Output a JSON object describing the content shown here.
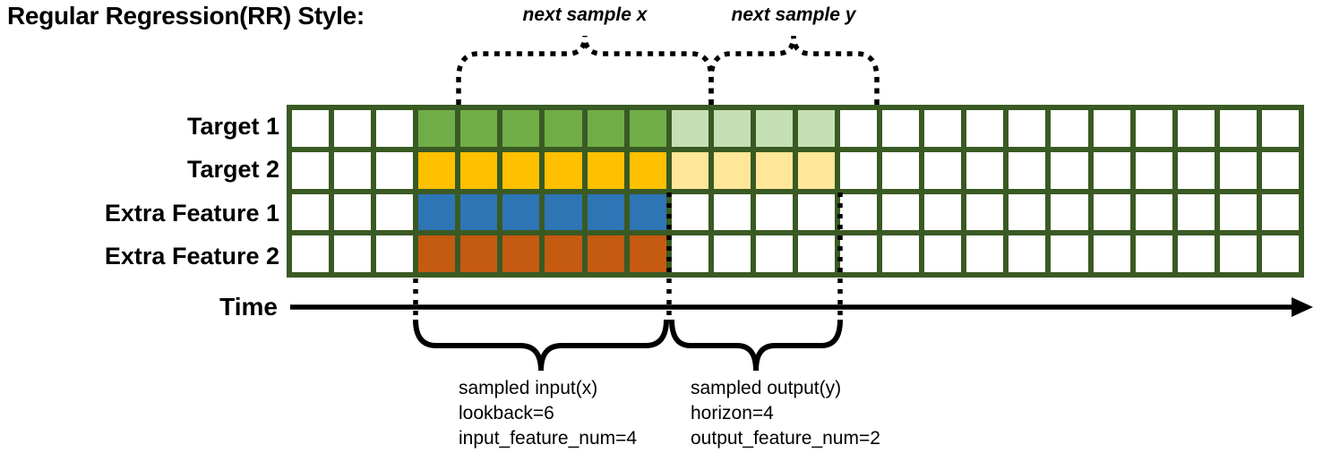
{
  "title": "Regular Regression(RR) Style:",
  "top_annotations": {
    "next_sample_x": "next sample x",
    "next_sample_y": "next sample y"
  },
  "time_axis": {
    "label": "Time"
  },
  "grid": {
    "total_columns": 24,
    "rows_count": 4,
    "lead_empty_columns": 3,
    "lookback": 6,
    "horizon": 4,
    "line_color": "#3A5A23",
    "empty_cell_color": "#FFFFFF",
    "rows": [
      {
        "label": "Target 1",
        "input_color": "#70AD47",
        "output_color": "#C5E0B4"
      },
      {
        "label": "Target 2",
        "input_color": "#FFC000",
        "output_color": "#FFE699"
      },
      {
        "label": "Extra Feature 1",
        "input_color": "#2E75B6",
        "output_color": null
      },
      {
        "label": "Extra Feature 2",
        "input_color": "#C55A11",
        "output_color": null
      }
    ]
  },
  "bottom_annotations": {
    "input": {
      "lines": [
        "sampled input(x)",
        "lookback=6",
        "input_feature_num=4"
      ]
    },
    "output": {
      "lines": [
        "sampled output(y)",
        "horizon=4",
        "output_feature_num=2"
      ]
    }
  },
  "colors": {
    "brace": "#000000",
    "text": "#000000"
  }
}
